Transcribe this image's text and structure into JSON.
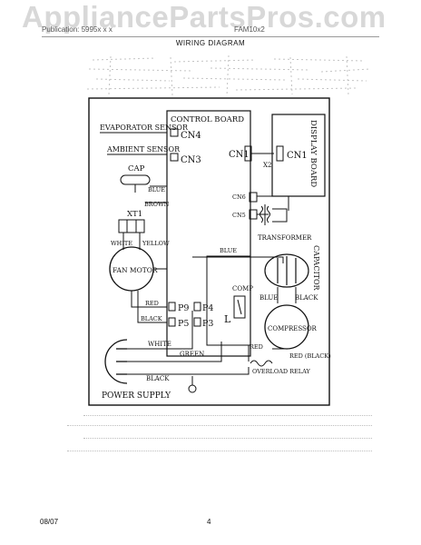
{
  "watermark": "AppliancePartsPros.com",
  "header": {
    "left": "Publication: 5995x x x",
    "right": "FAM10x2",
    "title": "WIRING DIAGRAM"
  },
  "diagram": {
    "evaporator_sensor": "EVAPORATOR SENSOR",
    "ambient_sensor": "AMBIENT SENSOR",
    "control_board": "CONTROL BOARD",
    "cn4": "CN4",
    "cn3": "CN3",
    "cn1_board": "CN1",
    "x2": "X2",
    "cn1_display": "CN1",
    "display_board": "DISPLAY BOARD",
    "cn6": "CN6",
    "cn5": "CN5",
    "transformer": "TRANSFORMER",
    "cap": "CAP",
    "blue_cap": "BLUE",
    "brown": "BROWN",
    "xt1": "XT1",
    "white_motor": "WHITE",
    "yellow": "YELLOW",
    "fan_motor": "FAN MOTOR",
    "red_motor": "RED",
    "black_motor": "BLACK",
    "p9": "P9",
    "p4": "P4",
    "p5": "P5",
    "p3": "P3",
    "l": "L",
    "comp": "COMP",
    "blue_top": "BLUE",
    "capacitor": "CAPACITOR",
    "blue_comp": "BLUE",
    "black_comp": "BLACK",
    "compressor": "COMPRESSOR",
    "white_supply": "WHITE",
    "green_supply": "GREEN",
    "red_supply": "RED",
    "red_black": "RED (BLACK)",
    "overload_relay": "OVERLOAD RELAY",
    "black_supply": "BLACK",
    "power_supply": "POWER SUPPLY"
  },
  "footer": {
    "date": "08/07",
    "page": "4"
  }
}
